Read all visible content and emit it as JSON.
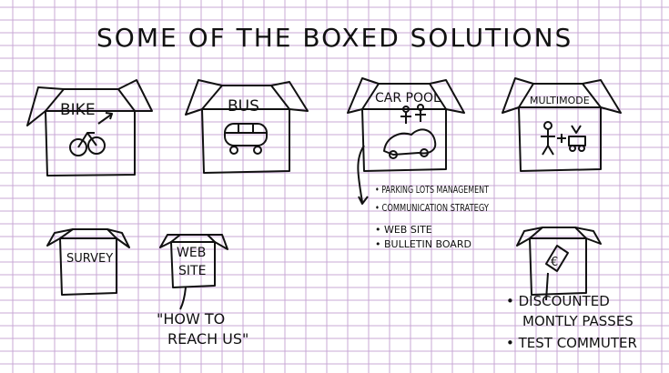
{
  "title": "SOME OF THE BOXED SOLUTIONS",
  "boxes": [
    {
      "label": "BIKE",
      "icon": "bike-icon"
    },
    {
      "label": "BUS",
      "icon": "bus-icon"
    },
    {
      "label": "CAR POOL",
      "icon": "carpool-icon"
    },
    {
      "label": "MULTIMODE",
      "icon": "multimode-icon"
    },
    {
      "label": "SURVEY",
      "icon": ""
    },
    {
      "label": "WEB SITE",
      "icon": ""
    },
    {
      "label": "",
      "icon": "discount-ticket-icon"
    }
  ],
  "website_note": "\"HOW TO REACH US\"",
  "carpool_bullets": [
    "PARKING LOTS MANAGEMENT",
    "COMMUNICATION STRATEGY",
    "WEB SITE",
    "BULLETIN BOARD"
  ],
  "passes_bullets": [
    "DISCOUNTED MONTLY PASSES",
    "TEST COMMUTER"
  ],
  "colors": {
    "grid": "#c9a8d6",
    "ink": "#111111",
    "paper": "#ffffff"
  }
}
